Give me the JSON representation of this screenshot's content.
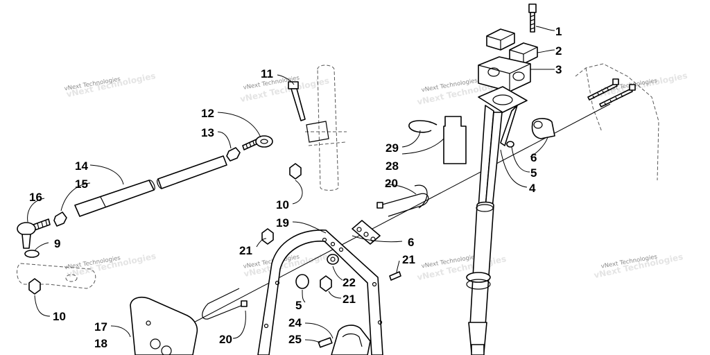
{
  "diagram": {
    "watermark_text": "vNext Technologies",
    "callouts": [
      "1",
      "2",
      "3",
      "4",
      "5",
      "6",
      "5",
      "6",
      "9",
      "10",
      "10",
      "11",
      "12",
      "13",
      "14",
      "15",
      "16",
      "17",
      "18",
      "19",
      "20",
      "20",
      "21",
      "21",
      "21",
      "22",
      "24",
      "25",
      "28",
      "29"
    ]
  }
}
